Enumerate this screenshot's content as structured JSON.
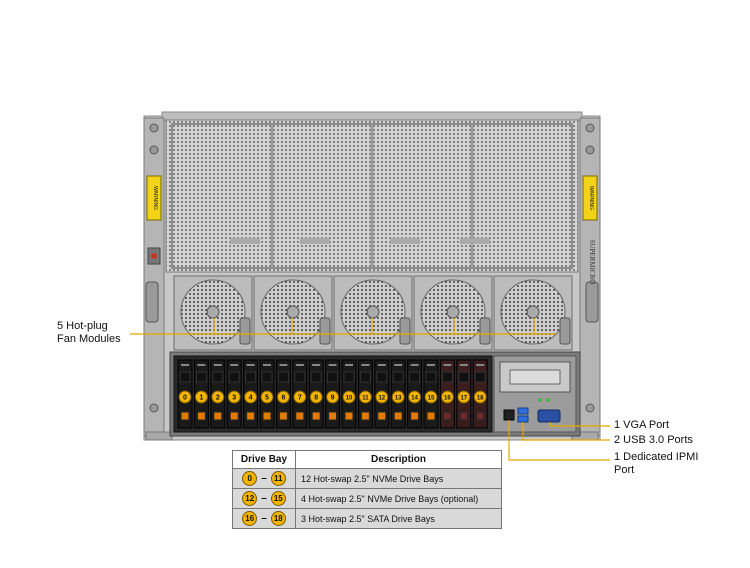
{
  "callouts": {
    "fans": [
      "5 Hot-plug",
      "Fan Modules"
    ],
    "vga": [
      "1 VGA Port"
    ],
    "usb": [
      "2 USB 3.0 Ports"
    ],
    "ipmi": [
      "1 Dedicated IPMI",
      "Port"
    ]
  },
  "drive_bays": [
    "0",
    "1",
    "2",
    "3",
    "4",
    "5",
    "6",
    "7",
    "8",
    "9",
    "10",
    "11",
    "12",
    "13",
    "14",
    "15",
    "16",
    "17",
    "18"
  ],
  "labels": {
    "warning": "WARNING",
    "brand": "SUPERMICRO"
  },
  "table": {
    "headers": [
      "Drive Bay",
      "Description"
    ],
    "rows": [
      {
        "from": "0",
        "to": "11",
        "description": "12 Hot-swap  2.5\" NVMe Drive  Bays"
      },
      {
        "from": "12",
        "to": "15",
        "description": "4 Hot-swap  2.5\" NVMe Drive  Bays (optional)"
      },
      {
        "from": "16",
        "to": "18",
        "description": "3 Hot-swap  2.5\" SATA Drive  Bays"
      }
    ],
    "dash": "–"
  },
  "colors": {
    "badge": "#f2b400",
    "callout_line": "#e8a800",
    "chassis": "#c8c8c8",
    "drive_dark": "#1a1a1a",
    "table_row": "#d9d9d9"
  }
}
